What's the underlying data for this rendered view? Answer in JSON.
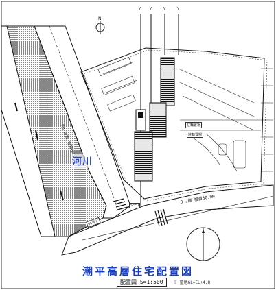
{
  "river_label": "河川",
  "title": "潮平高層住宅配置図",
  "scale": "配置図 S=1:500",
  "note": "※ 整地GL=EL+4.8",
  "road_label_west": "RO 道路 幅員6M",
  "road_label_south": "D-2線 幅員30.0M",
  "box_labels": [
    "駐輪置場",
    "駐輪置場",
    "SEED",
    "D6号ド"
  ],
  "colors": {
    "river": "#1f3fbf",
    "title": "#1a3fc0",
    "ink": "#222222"
  }
}
